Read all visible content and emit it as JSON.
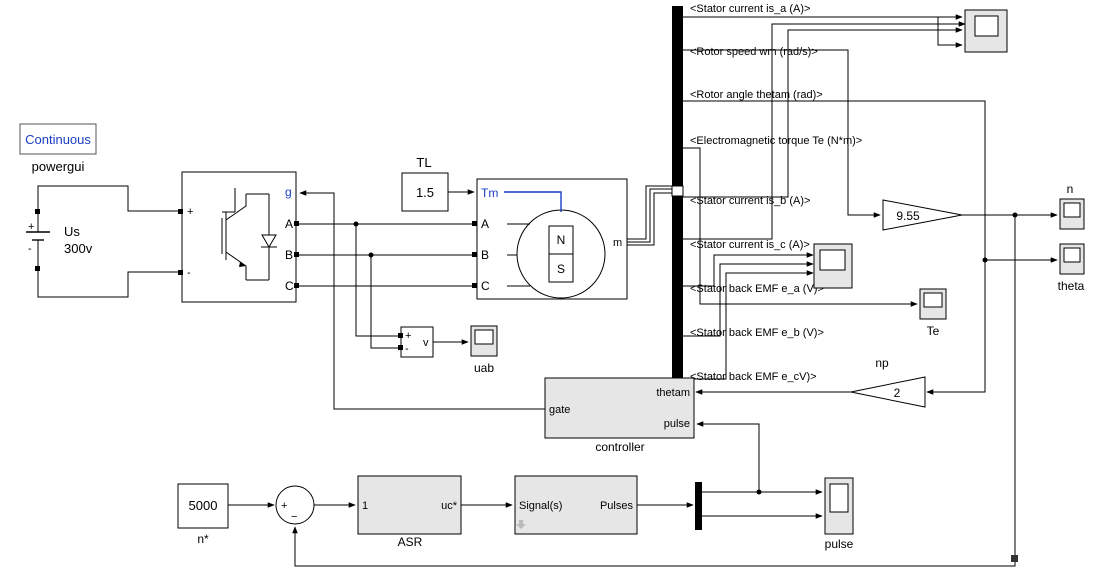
{
  "powergui": {
    "block_text": "Continuous",
    "caption": "powergui"
  },
  "source": {
    "name": "Us",
    "value": "300v",
    "plus": "+",
    "minus": "-"
  },
  "inverter": {
    "port_plus": "+",
    "port_minus": "-",
    "port_g": "g",
    "port_a": "A",
    "port_b": "B",
    "port_c": "C"
  },
  "load_torque": {
    "caption": "TL",
    "value": "1.5"
  },
  "motor": {
    "port_tm": "Tm",
    "port_a": "A",
    "port_b": "B",
    "port_c": "C",
    "port_m": "m",
    "pole_n": "N",
    "pole_s": "S"
  },
  "voltmeter": {
    "plus": "+",
    "minus": "-",
    "out": "v",
    "scope_caption": "uab"
  },
  "bus_signals": [
    "<Stator current is_a (A)>",
    "<Rotor speed wm (rad/s)>",
    "<Rotor angle thetam (rad)>",
    "<Electromagnetic torque Te (N*m)>",
    "<Stator current is_b (A)>",
    "<Stator current is_c (A)>",
    "<Stator back EMF e_a (V)>",
    "<Stator back EMF e_b (V)>",
    "<Stator back EMF e_cV)>"
  ],
  "gain_speed": {
    "value": "9.55"
  },
  "gain_np": {
    "caption": "np",
    "value": "2"
  },
  "scopes": {
    "n": "n",
    "theta": "theta",
    "te": "Te",
    "pulse": "pulse"
  },
  "controller": {
    "port_thetam": "thetam",
    "port_gate": "gate",
    "port_pulse": "pulse",
    "caption": "controller"
  },
  "speed_ref": {
    "value": "5000",
    "caption": "n*"
  },
  "sum": {
    "plus": "+",
    "minus": "−"
  },
  "asr": {
    "port_in": "1",
    "port_out": "uc*",
    "caption": "ASR"
  },
  "pwm_generator": {
    "port_in": "Signal(s)",
    "port_out": "Pulses"
  },
  "colors": {
    "link_blue": "#1a3fc4",
    "block_grey": "#e6e6e6",
    "wire": "#000000"
  }
}
